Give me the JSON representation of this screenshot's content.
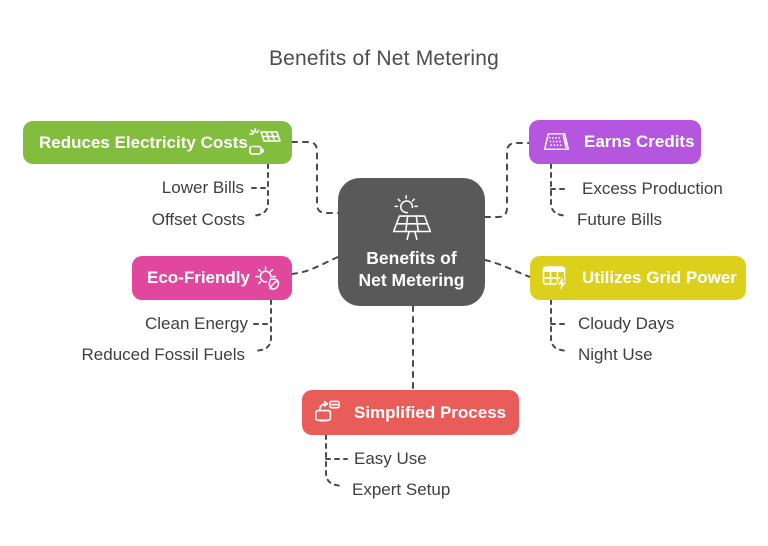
{
  "title": "Benefits of Net Metering",
  "center": {
    "line1": "Benefits of",
    "line2": "Net Metering",
    "color": "#595959",
    "icon": "solar-panel-sun-icon"
  },
  "branches": {
    "reduces": {
      "label": "Reduces Electricity Costs",
      "color": "#82bd3e",
      "icon": "solar-battery-icon",
      "children": [
        "Lower Bills",
        "Offset Costs"
      ]
    },
    "earns": {
      "label": "Earns Credits",
      "color": "#b556de",
      "icon": "solar-panel-icon",
      "children": [
        "Excess Production",
        "Future Bills"
      ]
    },
    "eco": {
      "label": "Eco-Friendly",
      "color": "#e2479e",
      "icon": "sun-leaf-icon",
      "children": [
        "Clean Energy",
        "Reduced Fossil Fuels"
      ]
    },
    "grid": {
      "label": "Utilizes Grid Power",
      "color": "#dcd01d",
      "icon": "grid-bolt-icon",
      "children": [
        "Cloudy Days",
        "Night Use"
      ]
    },
    "process": {
      "label": "Simplified Process",
      "color": "#e85d5a",
      "icon": "device-sync-icon",
      "children": [
        "Easy Use",
        "Expert Setup"
      ]
    }
  },
  "colors": {
    "background": "#ffffff",
    "connector": "#4a4a4a",
    "title_text": "#4d4d4d",
    "child_text": "#3f3f3f"
  }
}
